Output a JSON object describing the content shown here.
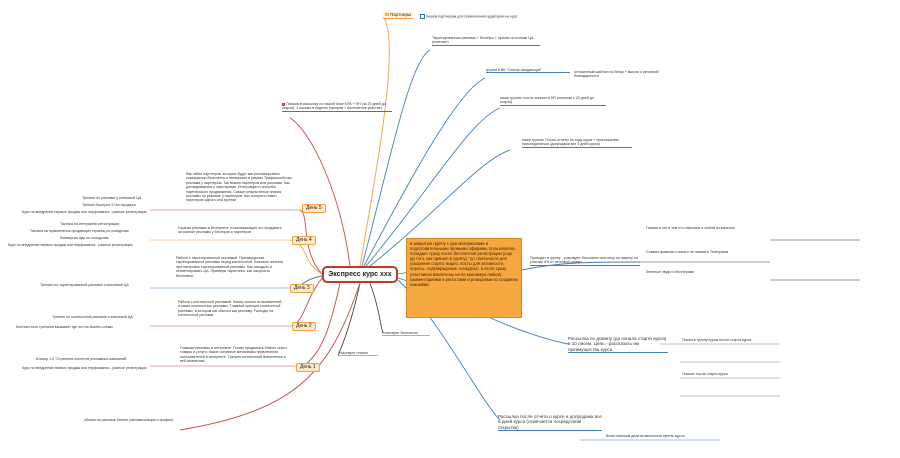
{
  "root": {
    "label": "Экспресс курс ххх"
  },
  "central": {
    "text": "в закрытую группу с доп.материалами и подготовительными прямыми эфирами, пользователь попадает сразу после бесплатной регистрации (еще до того, как пришел в группу). тут полезности для ускорения старта: видео, посты для активности, опросы, подтверждение, конкурсы). в итоге сразу участников вовлечены на по максимум лайков, комментариями и репостами и реакциями по созданию никнейма"
  },
  "partners": {
    "label": "Партнеры",
    "detail": "пишем партнерам для привлечения аудитории на курс"
  },
  "top_branches": [
    {
      "text": "Таргетированная реклама + блогеры + прочие источники ЦА (платные)"
    },
    {
      "text": "группа в ВК \"Список ожидающих\"",
      "detail": "отложенный шаблон по блоку + мысли о релизной благодарности"
    },
    {
      "text": "наши группы: посты-анонсы в НП (начиная с 20 дней до старта)"
    },
    {
      "text": "наши группы: Посты-отчеты по ходу курса + приглашение присоединиться (допродажи все 5 дней курса)"
    },
    {
      "text": "Письма в рассылку по нашей базе КУВ + ПН (за 20 дней до старта), 1 письмо в неделю (прогрев + бесплатное участие)"
    }
  ],
  "days": [
    {
      "label": "День 5",
      "desc": "Как найти партнеров, которые будут вас рекламировать совершенно бесплатно и нетворкинг в рамках Трафиксообства реклама у партнеров. Так можно партнеров или рекламы. Как договариваться с партнерами. Интеграции и способы партнерского продвижения. Самые результатные знания рекламы по рекламе у партнеров. Как генерить новых партнеров одного или группы!",
      "left": [
        "Тренинг по рекламе у ключевой ЦА",
        "Тренинг быстрее 5 Что продажи",
        "Курс по внедрение первых продаж или перфоманса - разные регистрации"
      ]
    },
    {
      "label": "День 4",
      "desc": "Сжатые рекламы в Интернете. Классификация что продавать за сжатые рекламы у блогеров и партнеров",
      "left": [
        "Тактика на интерфейс регистрации",
        "Тактика на привлечения продающих страниц по конкурсам",
        "Конверсия пуш по конкурсам",
        "Курс по внедрение первых продаж или перфоманса - разные регистрации"
      ]
    },
    {
      "label": "День 3",
      "desc": "Работа с таргетированной рекламой. Преимущества таргетированной рекламы перед контекстной. Базовые понятия при настройке таргетированной рекламы. Как находить и сегментировать ЦА. Примеры таргетинга, как настроить бесплатно",
      "left": [
        "Тренинг по таргетированной рекламе и ключевой ЦА"
      ]
    },
    {
      "label": "День 2",
      "desc": "Работа с контекстной рекламой. Конец поиска пользователей, и какие контекстные рекламы. Главный принцип контекстной рекламы, в котором мы обычно как рекламу. Расходы на контекстной рекламе",
      "left": [
        "Тренинг по контекстной рекламе и ключевой ЦА",
        "Контекстного тренинга вызывает где это на бизнес-схемы"
      ]
    },
    {
      "label": "День 1",
      "desc": "Главные рекламы в интернете. Готово продвигать бизнес через товары и услуги. Какие основные механизмы привлечения пользователей в интернете. Тренинг контекстной вовлечения и веб-аналитики.",
      "left": [
        "Блокер 1.0 \"Стратегия контента рекламных кампаний\"",
        "Курс по внедрение первых продаж или перфоманса - разные регистрации"
      ]
    }
  ],
  "bottom_left": {
    "text": "облака на рекламе бизнес (автоматизация и трафик)"
  },
  "mid_labels": [
    {
      "text": "Участвуют бесплатно"
    },
    {
      "text": "Участвуют платно"
    }
  ],
  "right_branches": [
    {
      "text": "Приходят в группу - участвуют бесплатно или могу на замену на участие 6% от итоговой суммы",
      "items": [
        "Пишем в чат в тем что отвечаем в любой из каналов",
        "Ставим правила и ничего не пишем в Телеграмм",
        "Зеленые люди и Инстаграме"
      ]
    },
    {
      "text": "Рассылка по домену (до начала старта курса) в 10 писем. Цель - рассказать им преимущества курса",
      "items": [
        "Писем в группу курсы после старта курса",
        "Письмо после старта курса"
      ]
    },
    {
      "text": "Рассылка после отчета о курсе и допродажа все 5 дней курса (отмечается посредством открытки)",
      "items": [
        "Всем письмам дали возможность купить курсы"
      ]
    }
  ],
  "colors": {
    "accent": "#f7a740",
    "root_border": "#c0392b",
    "line_blue": "#3f7fbf",
    "line_green": "#5aa04a",
    "line_orange": "#f0a040",
    "line_red": "#c84848"
  }
}
